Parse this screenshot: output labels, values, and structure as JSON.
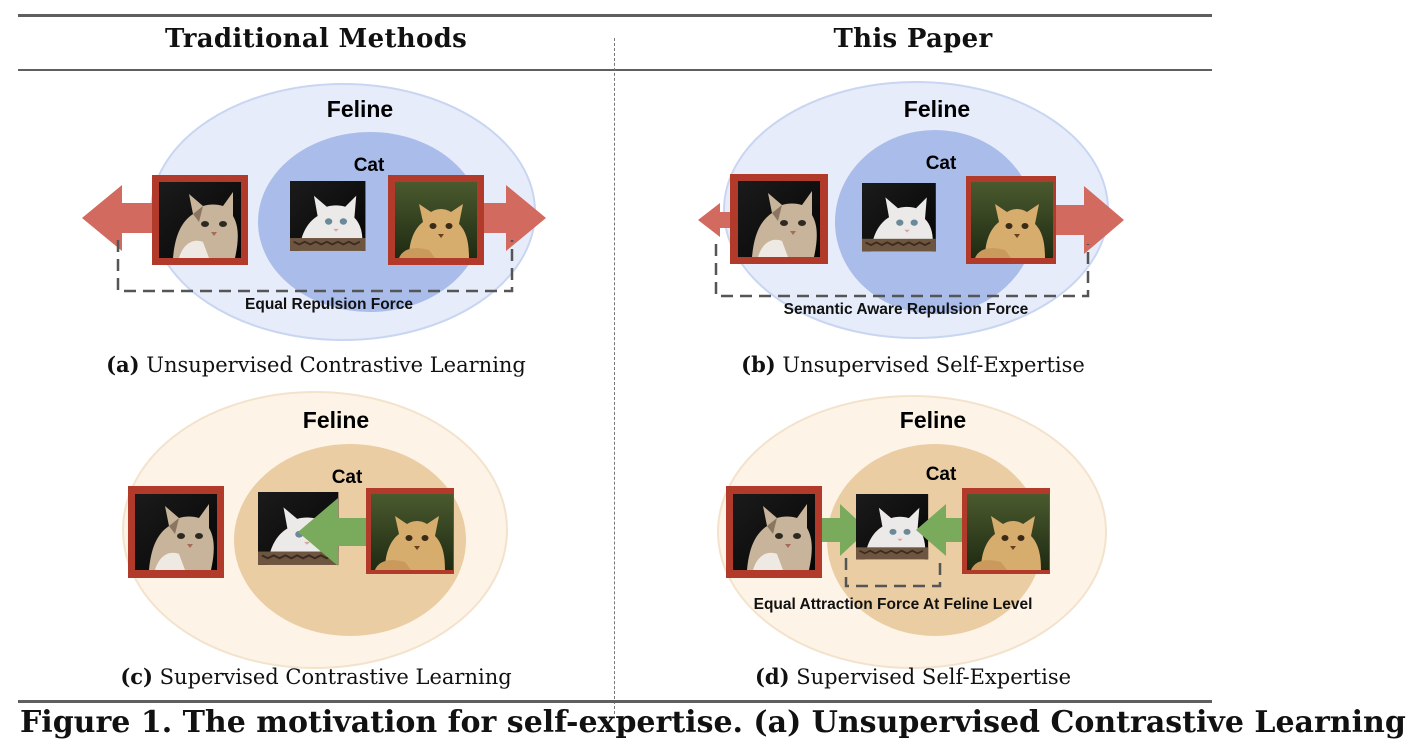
{
  "headers": {
    "left": "Traditional Methods",
    "right": "This Paper"
  },
  "panels": [
    {
      "outer_label": "Feline",
      "inner_label": "Cat",
      "force_label": "Equal Repulsion Force",
      "caption_tag": "(a)",
      "caption_text": "Unsupervised Contrastive Learning"
    },
    {
      "outer_label": "Feline",
      "inner_label": "Cat",
      "force_label": "Semantic Aware Repulsion Force",
      "caption_tag": "(b)",
      "caption_text": "Unsupervised Self-Expertise"
    },
    {
      "outer_label": "Feline",
      "inner_label": "Cat",
      "caption_tag": "(c)",
      "caption_text": "Supervised Contrastive Learning"
    },
    {
      "outer_label": "Feline",
      "inner_label": "Cat",
      "force_label": "Equal Attraction Force At Feline Level",
      "caption_tag": "(d)",
      "caption_text": "Supervised Self-Expertise"
    }
  ],
  "figure_text_truncated": "Figure 1. The motivation for self-expertise. (a) Unsupervised Contrastive Learning",
  "colors": {
    "blue_outer": "#e6ecf9",
    "blue_inner": "#a9bcea",
    "orange_outer": "#fdf3e6",
    "orange_inner": "#ebcda4",
    "frame_red": "#b23a2a",
    "red_arrow": "#d26a60",
    "green_arrow": "#7aaa5c"
  }
}
